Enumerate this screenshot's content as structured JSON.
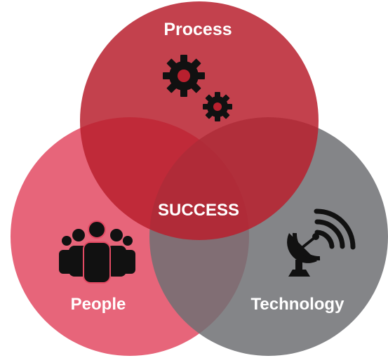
{
  "diagram": {
    "center_label": "SUCCESS",
    "circles": {
      "process": {
        "label": "Process",
        "icon": "gears-icon",
        "color": "#b8202e"
      },
      "people": {
        "label": "People",
        "icon": "people-group-icon",
        "color": "#e34a63"
      },
      "technology": {
        "label": "Technology",
        "icon": "satellite-dish-icon",
        "color": "#6e7073"
      }
    }
  }
}
